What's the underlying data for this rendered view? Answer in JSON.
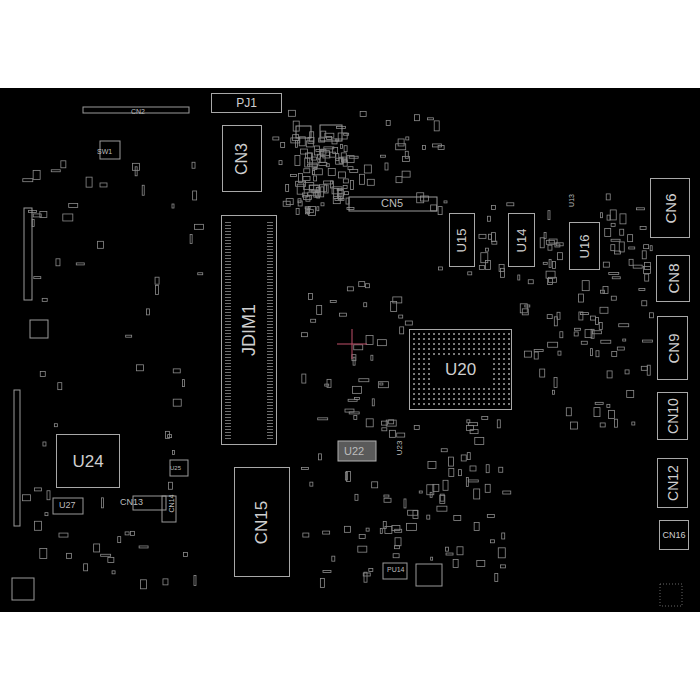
{
  "diagram": {
    "nodes": [
      {
        "text": [
          "PJ1"
        ]
      },
      {
        "text": [
          "CN3"
        ]
      },
      {
        "text": [
          "U15"
        ]
      },
      {
        "text": [
          "U14"
        ]
      },
      {
        "text": [
          "U16"
        ]
      },
      {
        "text": [
          "CN6"
        ]
      },
      {
        "text": [
          "JDIM1"
        ]
      },
      {
        "text": [
          "CN8"
        ]
      },
      {
        "text": [
          "CN9"
        ]
      },
      {
        "text": [
          "U20"
        ]
      },
      {
        "text": [
          "CN10"
        ]
      },
      {
        "text": [
          "U24"
        ]
      },
      {
        "text": [
          "CN12"
        ]
      },
      {
        "text": [
          "CN15"
        ]
      },
      {
        "text": [
          "CN16"
        ]
      }
    ],
    "labels": [
      "CN2",
      "SW1",
      "CN5",
      "U13",
      "U22",
      "U23",
      "U25",
      "CN13",
      "CN14",
      "U27",
      "PU14"
    ]
  }
}
